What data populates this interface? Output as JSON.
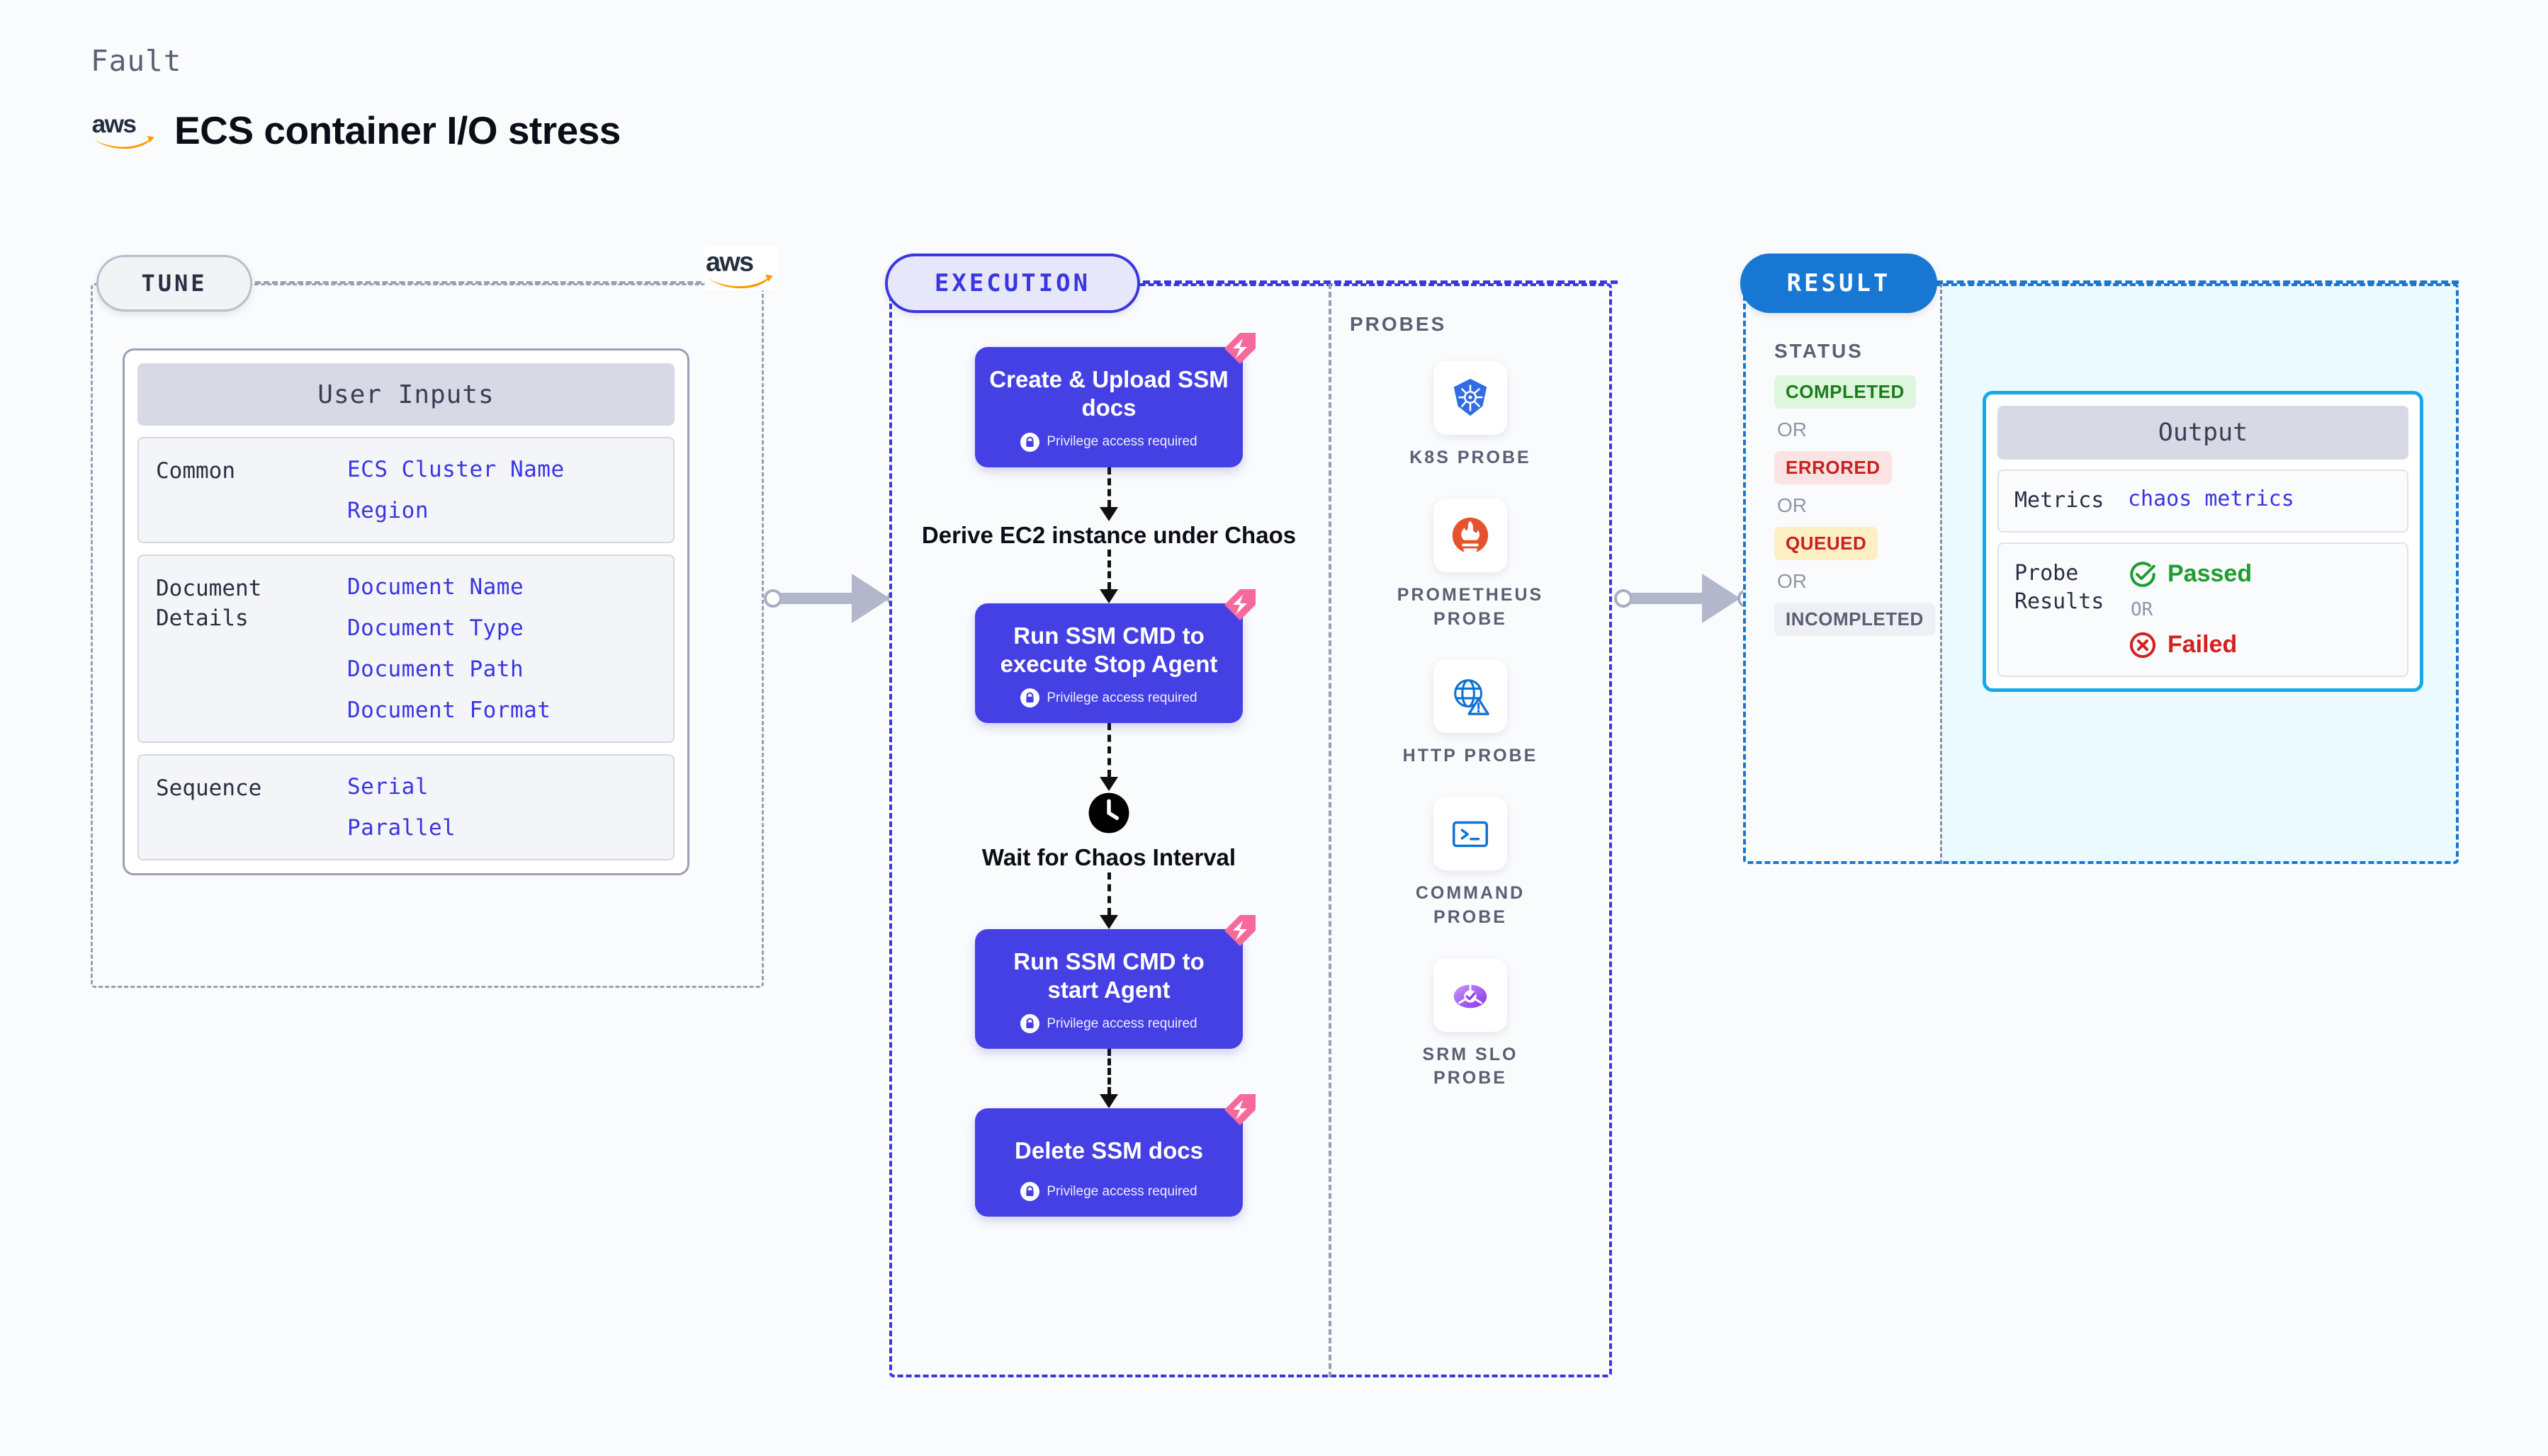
{
  "header": {
    "kicker": "Fault",
    "title": "ECS container I/O stress",
    "logo_icon": "aws-logo"
  },
  "tune": {
    "pill_label": "TUNE",
    "logo_icon": "aws-logo",
    "card_title": "User Inputs",
    "groups": [
      {
        "label": "Common",
        "values": [
          "ECS Cluster Name",
          "Region"
        ]
      },
      {
        "label": "Document\nDetails",
        "values": [
          "Document Name",
          "Document Type",
          "Document Path",
          "Document Format"
        ]
      },
      {
        "label": "Sequence",
        "values": [
          "Serial",
          "Parallel"
        ]
      }
    ]
  },
  "execution": {
    "pill_label": "EXECUTION",
    "privilege_note": "Privilege access required",
    "steps": [
      {
        "type": "card",
        "title": "Create & Upload SSM docs",
        "privileged": true,
        "badge_icon": "harness-corner-badge"
      },
      {
        "type": "plain",
        "title": "Derive EC2 instance under Chaos"
      },
      {
        "type": "card",
        "title": "Run SSM CMD to execute Stop Agent",
        "privileged": true,
        "badge_icon": "harness-corner-badge"
      },
      {
        "type": "plain",
        "title": "Wait for Chaos Interval",
        "icon": "clock-icon"
      },
      {
        "type": "card",
        "title": "Run SSM CMD to start Agent",
        "privileged": true,
        "badge_icon": "harness-corner-badge"
      },
      {
        "type": "card",
        "title": "Delete SSM docs",
        "privileged": true,
        "badge_icon": "harness-corner-badge"
      }
    ],
    "probes_title": "PROBES",
    "probes": [
      {
        "label": "K8S PROBE",
        "icon": "kubernetes-icon"
      },
      {
        "label": "PROMETHEUS PROBE",
        "icon": "prometheus-icon"
      },
      {
        "label": "HTTP PROBE",
        "icon": "globe-warning-icon"
      },
      {
        "label": "COMMAND PROBE",
        "icon": "terminal-icon"
      },
      {
        "label": "SRM SLO PROBE",
        "icon": "slo-donut-icon"
      }
    ]
  },
  "result": {
    "pill_label": "RESULT",
    "status_title": "STATUS",
    "or_label": "OR",
    "statuses": [
      {
        "label": "COMPLETED",
        "bg": "#ddf6dd",
        "fg": "#1a7d1a"
      },
      {
        "label": "ERRORED",
        "bg": "#fbe3e3",
        "fg": "#c92020"
      },
      {
        "label": "QUEUED",
        "bg": "#fdeec3",
        "fg": "#c92020"
      },
      {
        "label": "INCOMPLETED",
        "bg": "#eef0f5",
        "fg": "#5b5f73"
      }
    ],
    "output": {
      "title": "Output",
      "metrics_label": "Metrics",
      "metrics_value": "chaos metrics",
      "probe_results_label": "Probe\nResults",
      "passed_label": "Passed",
      "failed_label": "Failed",
      "or_label": "OR",
      "passed_icon": "check-circle-icon",
      "failed_icon": "x-circle-icon"
    }
  },
  "colors": {
    "accent_indigo": "#3a36e0",
    "step_card": "#4540e3",
    "exec_bg": "#e7e7fb",
    "result_blue": "#1877d2",
    "output_border": "#18a8e8",
    "output_bg": "#eafaff",
    "badge_pink": "#f8699b",
    "aws_orange": "#ff9900"
  }
}
